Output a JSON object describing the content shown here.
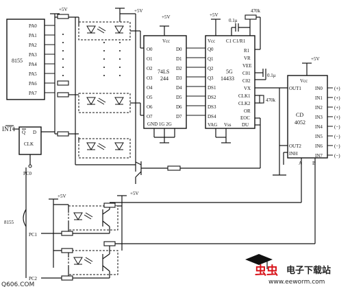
{
  "left_chip": {
    "name": "8155",
    "pins": [
      "PA0",
      "PA1",
      "PA2",
      "PA3",
      "PA4",
      "PA5",
      "PA6",
      "PA7"
    ]
  },
  "power_label": "+5V",
  "buffer_chip": {
    "name_line1": "74LS",
    "name_line2": "244",
    "vcc": "Vcc",
    "out_pins": [
      "O0",
      "O1",
      "O2",
      "O3",
      "O4",
      "O5",
      "O6",
      "O7"
    ],
    "in_pins": [
      "D0",
      "D1",
      "D2",
      "D3",
      "D4",
      "D5",
      "D6",
      "D7"
    ],
    "bottom": "GND  1G  2G"
  },
  "adc_chip": {
    "name_line1": "5G",
    "name_line2": "14433",
    "left_pins": [
      "Q0",
      "Q1",
      "Q2",
      "Q3",
      "DS1",
      "DS2",
      "DS3",
      "DS4"
    ],
    "top_left": "Vcc",
    "top_right": "C1 C1/R1",
    "right_pins": [
      "R1",
      "VR",
      "VEE",
      "C01",
      "C02",
      "VX",
      "CLK1",
      "CLK2",
      "OR",
      "EOC",
      "DU"
    ],
    "bottom_left": "VAG",
    "bottom_right": "Vss",
    "cap_label": "0.1μ",
    "res_label": "470k",
    "cap_label_2": "0.1μ",
    "res_label_2": "470k"
  },
  "mux_chip": {
    "name_line1": "CD",
    "name_line2": "4052",
    "vcc": "Vcc",
    "out1": "OUT1",
    "out2": "OUT2",
    "inh": "INH",
    "a": "A",
    "b": "B",
    "in_pins": [
      "IN0",
      "IN1",
      "IN2",
      "IN3",
      "IN4",
      "IN5",
      "IN6",
      "IN7"
    ],
    "in_signs": [
      "(+)",
      "(+)",
      "(+)",
      "(+)",
      "(−)",
      "(−)",
      "(−)",
      "(−)"
    ]
  },
  "flipflop": {
    "int_label": "INT1",
    "q": "Q",
    "d": "D",
    "clk": "CLK",
    "pc0": "PC0"
  },
  "bottom_section": {
    "chip_label": "8155",
    "pc1": "PC1",
    "pc2": "PC2"
  },
  "watermark": {
    "left": "Q606.COM",
    "brand_bugs": "虫虫",
    "brand_text": "电子下载站",
    "url": "www.eeworm.com"
  }
}
